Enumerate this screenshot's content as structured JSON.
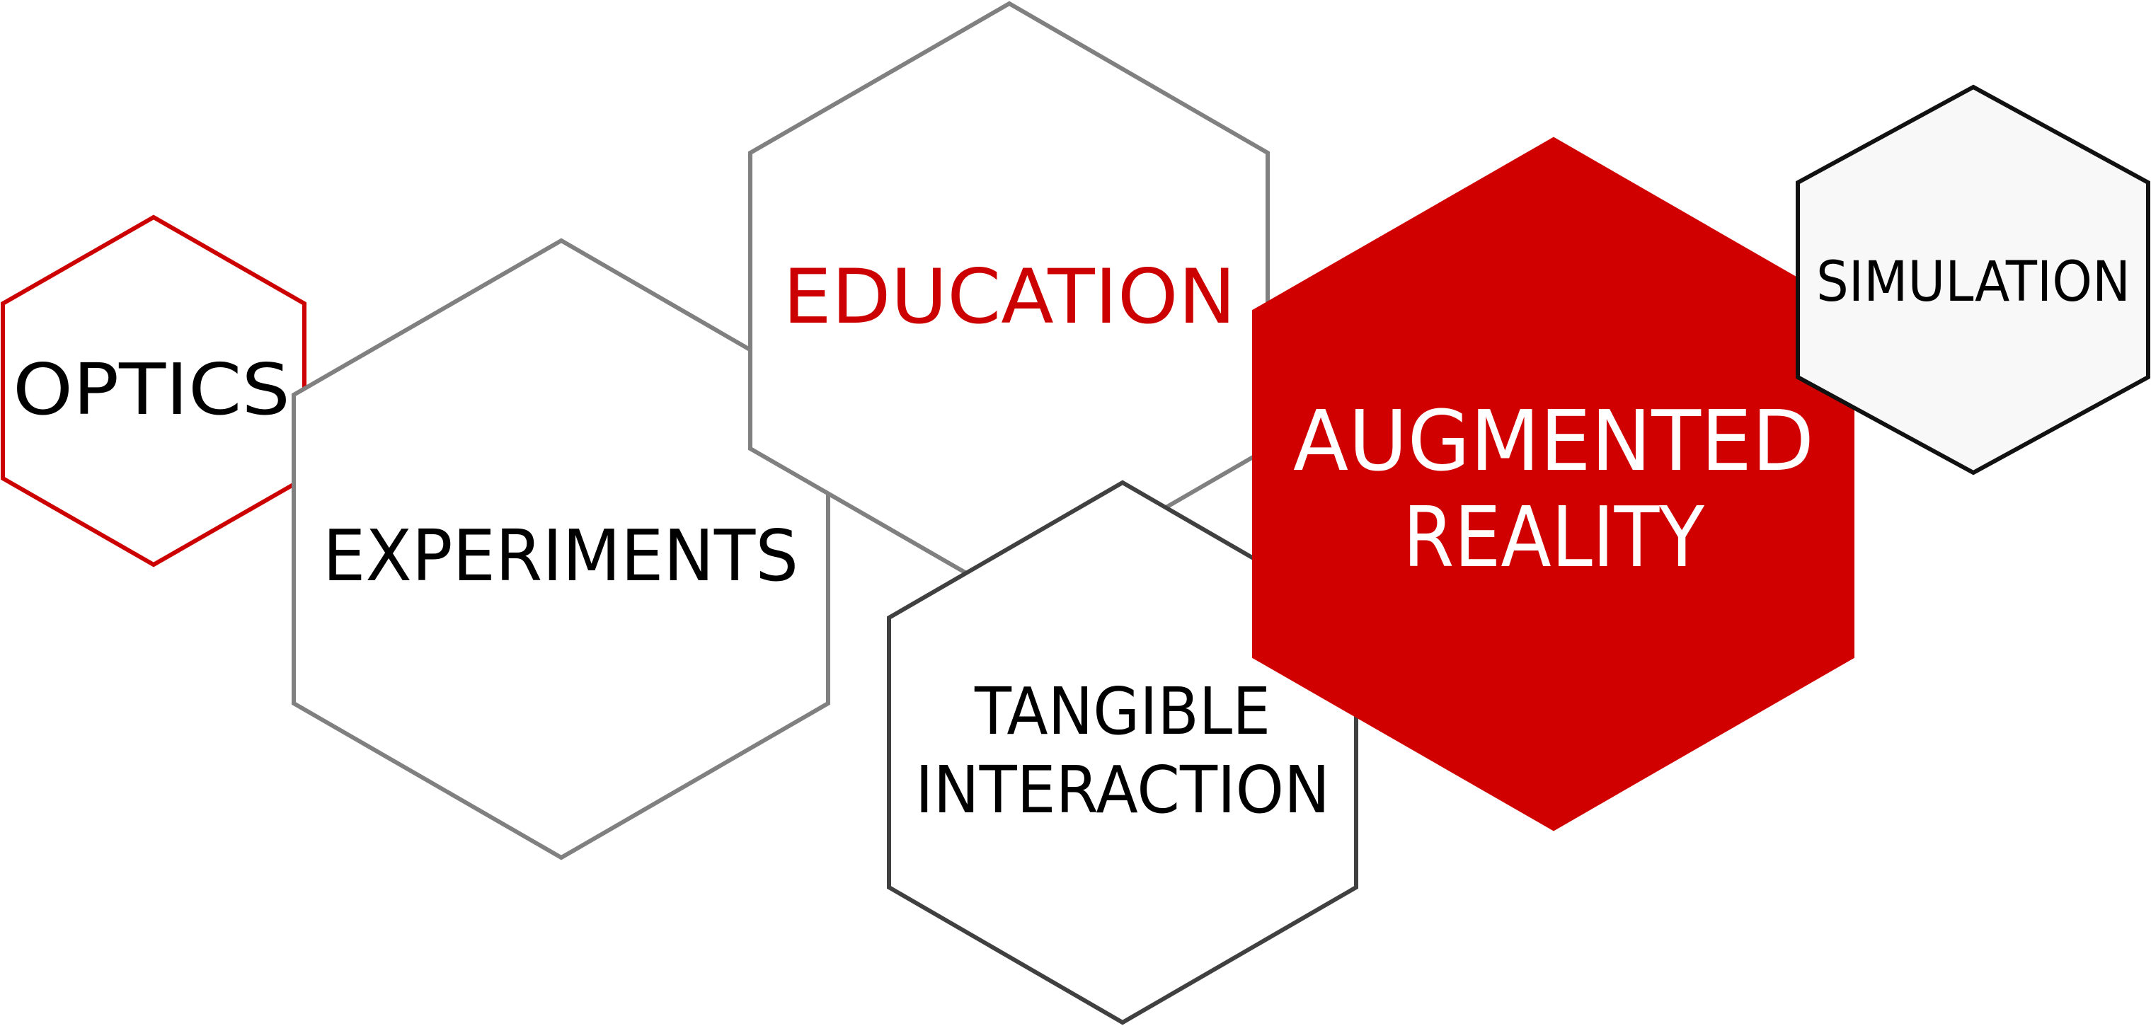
{
  "hexagons": [
    {
      "id": "optics",
      "lines": [
        "OPTICS"
      ],
      "fill": "#ffffff",
      "stroke": "#cc0000",
      "text_color": "#000000"
    },
    {
      "id": "experiments",
      "lines": [
        "EXPERIMENTS"
      ],
      "fill": "#ffffff",
      "stroke": "#808080",
      "text_color": "#000000"
    },
    {
      "id": "education",
      "lines": [
        "EDUCATION"
      ],
      "fill": "#ffffff",
      "stroke": "#808080",
      "text_color": "#cc0000"
    },
    {
      "id": "tangible-interaction",
      "lines": [
        "TANGIBLE",
        "INTERACTION"
      ],
      "fill": "#ffffff",
      "stroke": "#404040",
      "text_color": "#000000"
    },
    {
      "id": "augmented-reality",
      "lines": [
        "AUGMENTED",
        "REALITY"
      ],
      "fill": "#d10000",
      "stroke": "#d10000",
      "text_color": "#ffffff"
    },
    {
      "id": "simulation",
      "lines": [
        "SIMULATION"
      ],
      "fill": "#f8f8f8",
      "stroke": "#111111",
      "text_color": "#000000"
    }
  ]
}
